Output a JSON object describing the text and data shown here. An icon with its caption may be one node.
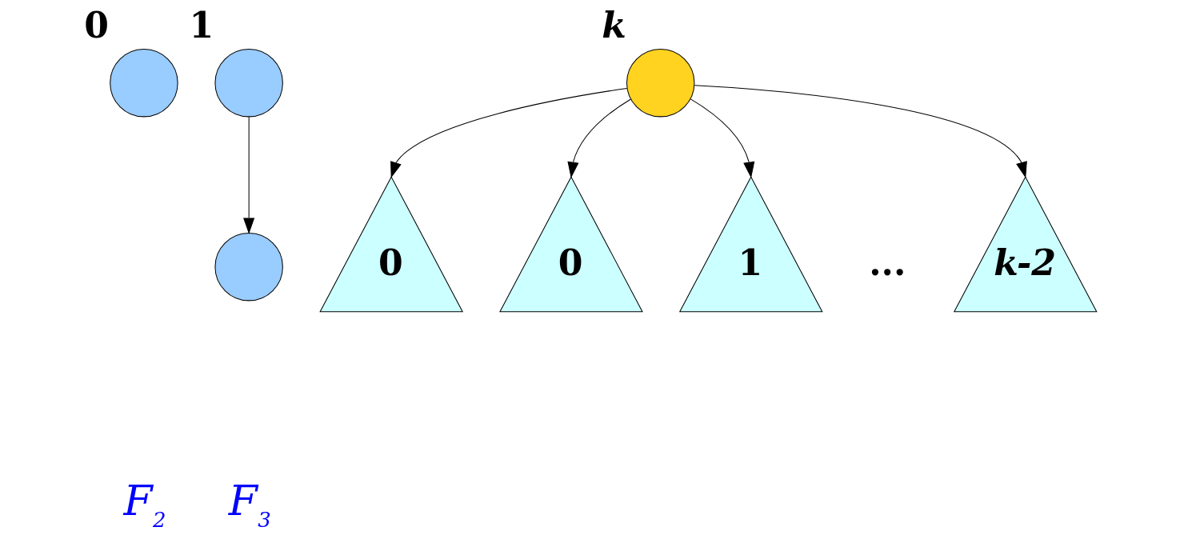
{
  "diagram": {
    "nodes": [
      {
        "text": [],
        "shape": "circle",
        "beside": [
          "0"
        ]
      },
      {
        "text": [],
        "shape": "circle",
        "beside": [
          "1"
        ]
      },
      {
        "text": [],
        "shape": "circle"
      },
      {
        "text": [],
        "shape": "circle",
        "beside": [
          "k"
        ]
      },
      {
        "text": [
          "0"
        ]
      },
      {
        "text": [
          "0"
        ]
      },
      {
        "text": [
          "1"
        ]
      },
      {
        "text": [
          "k-2"
        ]
      }
    ],
    "edges": [
      {
        "from": 1,
        "to": 2,
        "arrow": "to"
      },
      {
        "from": 3,
        "to": 4,
        "arrow": "to"
      },
      {
        "from": 3,
        "to": 5,
        "arrow": "to"
      },
      {
        "from": 3,
        "to": 6,
        "arrow": "to"
      },
      {
        "from": 3,
        "to": 7,
        "arrow": "to"
      }
    ],
    "labels": [
      "...",
      "F$_{2}$",
      "F$_{3}$"
    ]
  }
}
